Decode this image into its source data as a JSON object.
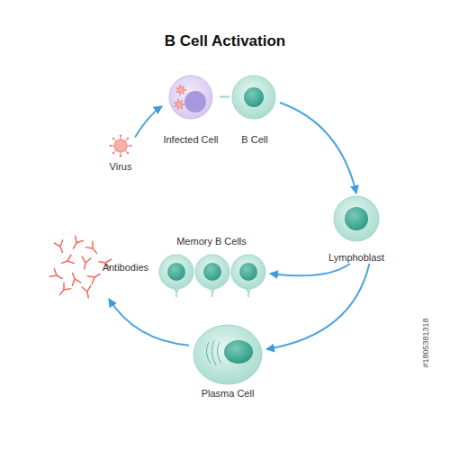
{
  "diagram": {
    "title": "B Cell Activation",
    "nodes": [
      {
        "text": [
          "Virus"
        ]
      },
      {
        "text": [
          "Infected Cell"
        ]
      },
      {
        "text": [
          "B Cell"
        ]
      },
      {
        "text": [
          "Lymphoblast"
        ]
      },
      {
        "text": [
          "Memory B Cells"
        ]
      },
      {
        "text": [
          "Plasma Cell"
        ]
      },
      {
        "text": [
          "Antibodies"
        ]
      }
    ],
    "edges": [
      {
        "from": 0,
        "to": 1,
        "arrow": "to"
      },
      {
        "from": 1,
        "to": 2,
        "arrow": "none"
      },
      {
        "from": 2,
        "to": 3,
        "arrow": "to"
      },
      {
        "from": 3,
        "to": 4,
        "arrow": "to"
      },
      {
        "from": 3,
        "to": 5,
        "arrow": "to"
      },
      {
        "from": 5,
        "to": 6,
        "arrow": "to"
      }
    ],
    "labels": [
      "#1805381318"
    ]
  }
}
